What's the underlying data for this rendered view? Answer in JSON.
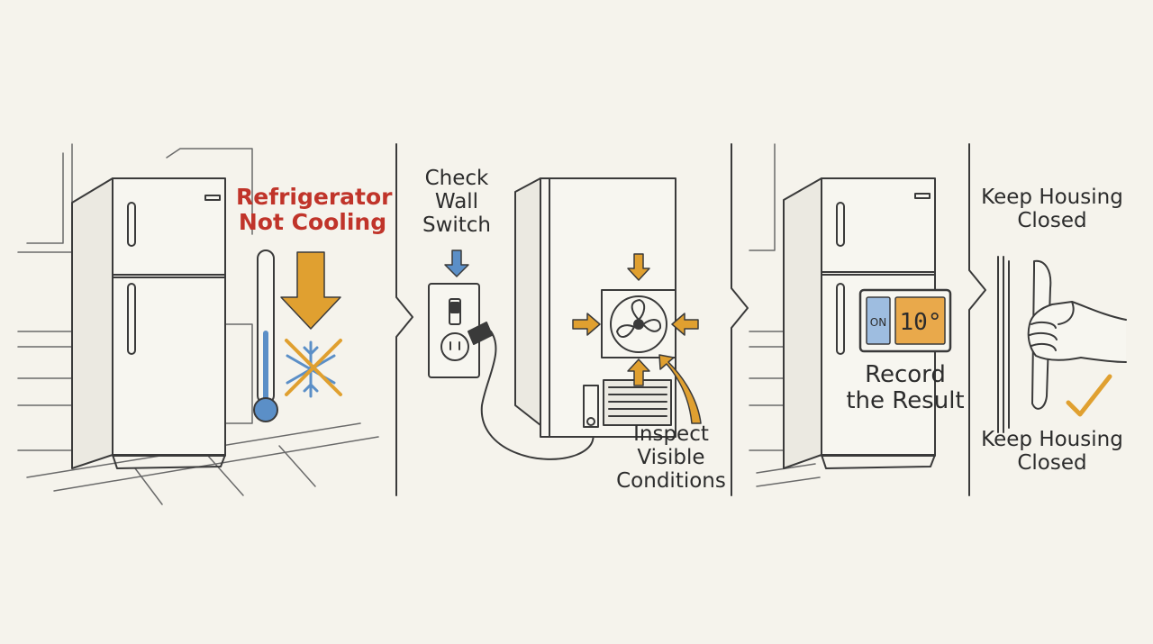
{
  "panels": [
    {
      "label_line1": "Refrigerator",
      "label_line2": "Not Cooling",
      "accent_color": "#c0342a"
    },
    {
      "label_line1": "Check",
      "label_line2": "Wall",
      "label_line3": "Switch"
    },
    {
      "label_line1": "Inspect",
      "label_line2": "Visible",
      "label_line3": "Conditions"
    },
    {
      "label_line1": "Record",
      "label_line2": "the Result",
      "display": {
        "mode": "ON",
        "reading": "10°"
      }
    },
    {
      "top_line1": "Keep Housing",
      "top_line2": "Closed",
      "bottom_line1": "Keep Housing",
      "bottom_line2": "Closed"
    }
  ],
  "colors": {
    "background": "#f5f3ec",
    "ink": "#3a3a3a",
    "arrow_orange": "#e0a030",
    "blue": "#5b8fc7",
    "red_title": "#c0342a",
    "display_orange": "#e9a94b"
  }
}
